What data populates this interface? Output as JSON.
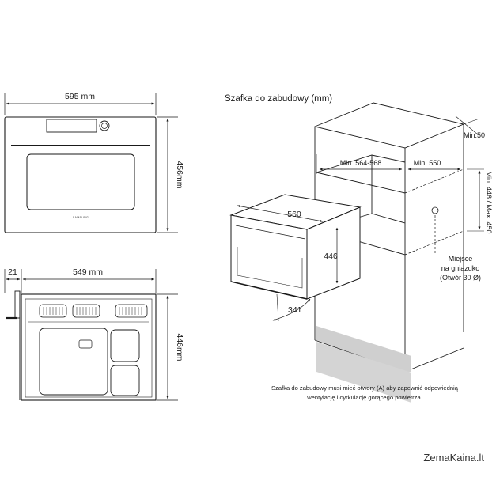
{
  "front_view": {
    "width_label": "595 mm",
    "height_label": "456mm",
    "brand_label": "SAMSUNG"
  },
  "side_view": {
    "front_offset_label": "21",
    "depth_label": "549 mm",
    "height_label": "446mm"
  },
  "cabinet": {
    "title": "Szafka do zabudowy (mm)",
    "min_width_label": "Min. 564-568",
    "min_depth_label": "Min. 550",
    "min_top_label": "Min.50",
    "height_range_label": "Min. 446 / Max. 450",
    "oven_width_label": "560",
    "oven_height_label": "446",
    "oven_depth_label": "341",
    "socket_label_1": "Miejsce",
    "socket_label_2": "na gniazdko",
    "socket_label_3": "(Otwór 30 Ø)",
    "note_line_1": "Szafka do zabudowy musi mieć otwory (A) aby zapewnić odpowiednią",
    "note_line_2": "wentylację i cyrkulację gorącego powietrza."
  },
  "watermark": "ZemaKaina.lt"
}
